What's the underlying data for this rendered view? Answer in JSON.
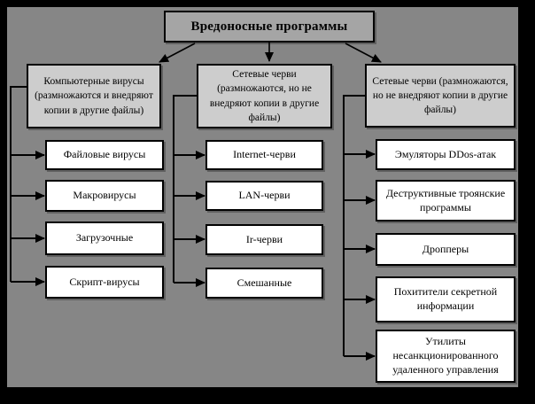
{
  "diagram": {
    "title": "Вредоносные программы",
    "columns": [
      {
        "header": "Компьютерные вирусы (размножаются и внедряют копии в другие файлы)",
        "children": [
          "Файловые вирусы",
          "Макровирусы",
          "Загрузочные",
          "Скрипт-вирусы"
        ]
      },
      {
        "header": "Сетевые черви (размножаются, но не внедряют копии в другие файлы)",
        "children": [
          "Internet-черви",
          "LAN-черви",
          "Ir-черви",
          "Смешанные"
        ]
      },
      {
        "header": "Сетевые черви (размножаются, но не внедряют копии в другие файлы)",
        "children": [
          "Эмуляторы DDos-атак",
          "Деструктивные троянские программы",
          "Дропперы",
          "Похитители секретной информации",
          "Утилиты несанкционированного удаленного управления"
        ]
      }
    ],
    "colors": {
      "canvas": "#000000",
      "panel": "#868686",
      "root_fill": "#a5a5a5",
      "header_fill": "#cdcdcd",
      "child_fill": "#ffffff",
      "line": "#000000"
    }
  }
}
